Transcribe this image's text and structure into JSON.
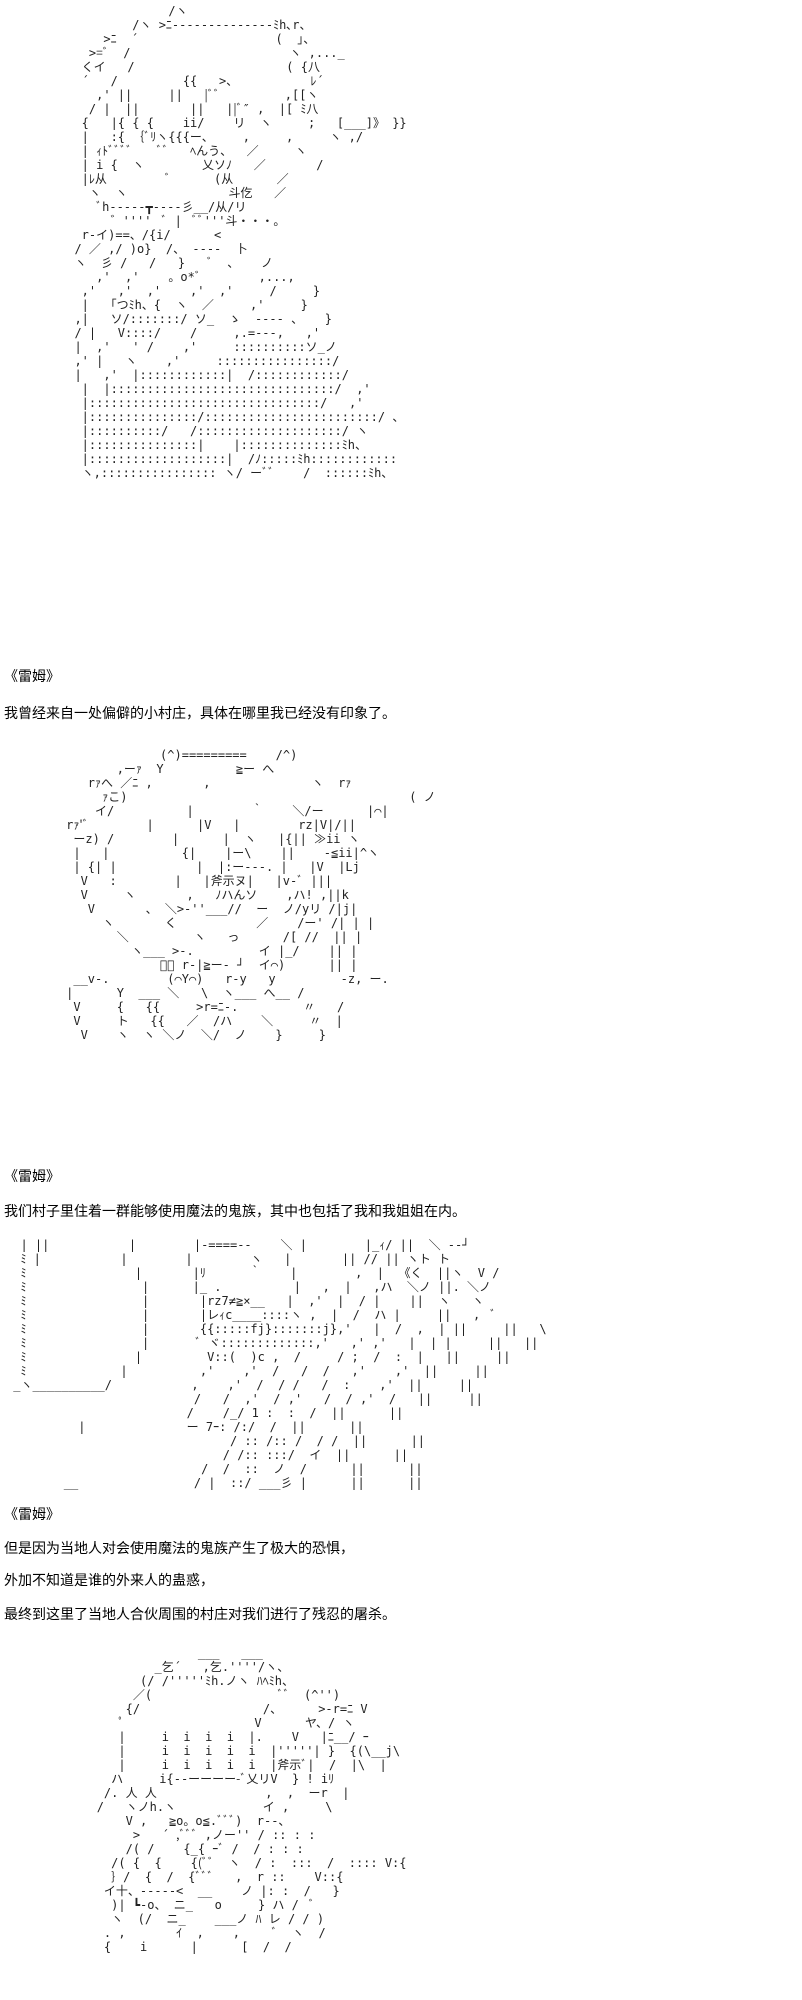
{
  "scenes": [
    {
      "speaker": "《雷姆》",
      "lines": [
        "我曾经来自一处偏僻的小村庄，具体在哪里我已经没有印象了。"
      ],
      "art": "               /ヽ\n          /ヽ >ﾆ--------------ﾐh､r、\n      >ﾆ  ´                   (  」、\n    >=ﾞ  /                      ヽ ,..._\n   くイ   /                     ( {八\n   ´   /         {{   >、          ﾚ´\n     ,' ||     ||   |ﾞﾞ         ,[[ヽ\n    / |  ||       ||   ||ﾞ″ ,  |[ ﾐ八\n   {   |{ { {    ii/    リ  ヽ     ;   [___]》 }}\n   |   :{ ｛ﾞﾘヽ{{{ー、    ,     ,     ヽ ,/\n   | ｨﾄﾞﾞﾞﾞ    ﾞﾞ   ﾍんう、  ／     ヽ\n   | i {  ヽ        乂ソﾉ   ／       /\n   |ﾚ从        ﾞ      (从      ／\n    ヽ  ヽ              斗仡   ／\n     ﾞh-----┳----彡__/从/リ\n       ゛''''  ﾞ |  ﾞﾞ'''斗・・・。\n   r-イ)==、/{i/      <\n  / ／ ,/ )o}  /、 ----  卜\n  ヽ  彡 /   /   }   ﾞ  、   ノ\n     ,'  ,'    。o*ﾞ        ,...,\n   ,'   ,'  ,'    ,'  ,'     /     }\n   |   ｢つﾐh、{  ヽ  ／     ,'     }\n  ,|   ソ/:::::::/ ソ_  ゝ  ---- 、   }\n  / |   V::::/    /     ,.=---,   ,'\n  |  ,'   ' /    ,'     ::::::::::ソ_ノ\n  ,' |   ヽ    ,'     ::::::::::::::::/\n  |   ,'  |::::::::::::|  /::::::::::::/\n   |  |:::::::::::::::::::::::::::::::/  ,'\n   |::::::::::::::::::::::::::::::::/   ,'\n   |:::::::::::::::/::::::::::::::::::::::::/ 、\n   |::::::::::/   /::::::::::::::::::::/ ヽ\n   |:::::::::::::::|    |::::::::::::::ﾐh、\n   |:::::::::::::::::::|  /ﾉ:::::ﾐh::::::::::::\n   ヽ,:::::::::::::::: ヽ/ ーﾞﾞ    /  ::::::ﾐh、"
    },
    {
      "speaker": "《雷姆》",
      "lines": [
        "我们村子里住着一群能够使用魔法的鬼族，其中也包括了我和我姐姐在内。"
      ],
      "art": "                  (^)=========    /^)\n            ,ーｧ  Y          ≧ー へ\n        rｧへ ／ﾆ ,       ,              ヽ  rｧ\n          ｧこ)                                       ( ノ\n         イ/          |        ｀    ＼/ー      |⌒|\n     rｧ'ﾞ        |      |V   |        rz|V|/||\n      ーz) /        |      |  ヽ   |{|| ≫ii ヽ\n      |   |          {|    |ー\\    ||    -≦ii|^ヽ\n      | {| |           |  |:ー---. |   |V  |Lj\n       V   :        |   |斧示ヌ|   |v-ﾞ |||\n       V     ヽ       ,   ﾉハんソ    ,ハ! ,||k\n        V       、 ＼>-''___//  ー  ノ/yリ /|j|\n          ヽ       く           ／    /ー' /| | |\n            ＼         ヽ   っ      /[ //  || |\n              ヽ___ >-.         イ |_/    || |\n                  ﾞー r-|≧ー- ┘  イ⌒)      || |\n      __v-.        (⌒Y⌒)   r-y   y         -z, ー.\n     |      Y  ___ ＼   \\  ヽ___ へ__ / \n      V     {   {{     >r=ﾆ-.         〃   /\n      V     ト   {{   ／  /ハ    ＼     〃  |\n       V    ヽ  ヽ ＼ノ  ＼/  ノ    }     }"
    },
    {
      "speaker": "《雷姆》",
      "lines": [
        "但是因为当地人对会使用魔法的鬼族产生了极大的恐惧，",
        "外加不知道是谁的外来人的蛊惑，",
        "最终到这里了当地人合伙周围的村庄对我们进行了残忍的屠杀。"
      ],
      "art": "  | ||           |        |-====--    ＼ |        |_ｨ/ ||  ＼ --┘\n  ﾐ |           |        |        ヽ   |       || // || ヽト ト\n  ﾐ               |       |ﾘ      ｀    |        ,  |  《く  ||ヽ  V /\n  ﾐ                |      |_ .          |   ,  |   ,ハ  ＼ノ ||. ＼ノ\n  ﾐ                |       |rz7≠≧×__   |  ,'  |  / |    ||  ヽ   ヽ\n  ﾐ                |       |レｨc____::::ヽ ,  |  /  ハ |     ||   ,  ﾞ\n  ﾐ                |       {{:::::fj}:::::::j},'   |  /  ,  | ||     ||   \\\n  ﾐ                |       ﾞ ヾ:::::::::::::,'   ,' ,'   |  | |     ||   ||\n  ﾐ               |         V::(  )c ,  /     / ;  /  :  |   ||     ||\n  ﾐ             |          ,'    ,'  /   /  /   ,'    ,'  ||     ||\n _ヽ__________/           ,    ,'  /  / /   /  :    ,'  ||     ||\n                          /   /  ,'  / ,'   /  / ,'  /   ||     ||\n                         /    /_/ 1 :  :  /  ||      ||\n          |              ー 7ｰ: /:/  /  ||      ||\n                               / :: /:: /  / /  ||      ||\n                              / /:: :::/  イ  ||      ||\n                           /  /  ::  ノ  /      ||      ||\n        __                / |  ::/ ___彡 |      ||      ||"
    },
    {
      "speaker": "",
      "lines": [],
      "art": "                          ___   ___\n                    _乞´   ,乞.''''/ヽ、\n                  (/ /'''''ﾐh.ノヽ ﾊﾍﾐh、\n                 ／(                  ﾞﾞ  (^'')\n                {/                 /、     >-r=ﾆ V\n               ﾟ                  V      ヤ、/ ヽ\n               |     i  i  i  i  |.    V   |ﾆ__/ ｰ\n               |     i  i  i  i  i  |'''''| }  {(\\__j\\\n               |     i  i  i  i  i  |斧示ﾞ|  /  |\\  |\n              ハ     i{--ーーーー-ﾞ乂リV  } ! iﾘ\n             /. 人 人               ,  ,  ーr  |\n            /   ヽノh.ヽ            イ ,     \\\n                V ,   ≧o。o≦.ﾞﾞﾞ)  r--、\n                 >   ´ ,ﾞﾞﾞ ,ノー'' / :: : :\n                /( /    {_{ ｰﾞ /  / : : :\n              /( {  {    {(ﾞﾞ  ヽ  / :  :::  /  :::: V:{\n              ｝/  {  /  {ﾞﾞﾞ   ,  r ::    V::{\n             イ十、-----<  __    ノ |: :  /   }\n              )| ┗-o、 ニ_   o     } ハ /  ﾞ\n              ヽ  (/  ニ_    ___ノ ﾊ レ / / )\n             . ,       ｲ  ,    ,     ﾞ  ヽ  /\n             {    i      |      [  /  /"
    }
  ]
}
